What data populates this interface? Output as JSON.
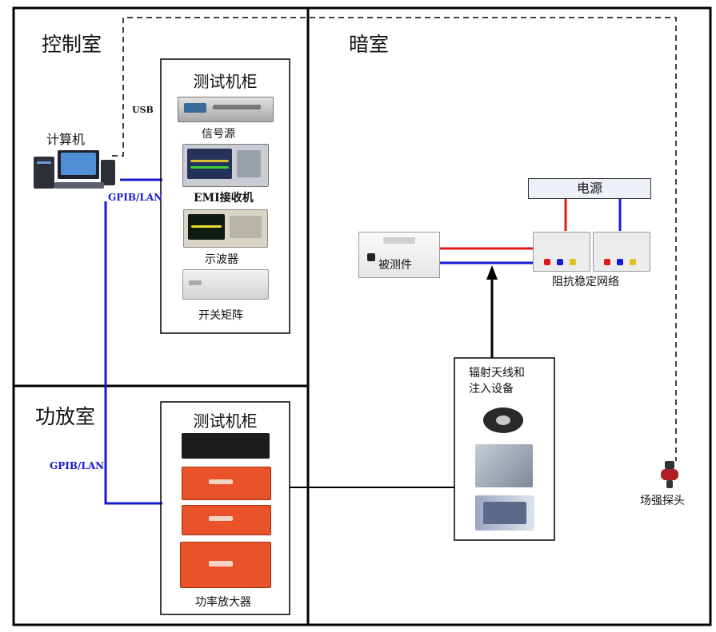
{
  "rooms": {
    "control": "控制室",
    "dark": "暗室",
    "amp": "功放室"
  },
  "control_cabinet": {
    "title": "测试机柜",
    "devices": [
      "信号源",
      "EMI接收机",
      "示波器",
      "开关矩阵"
    ]
  },
  "amp_cabinet": {
    "title": "测试机柜",
    "devices_label": "功率放大器"
  },
  "computer": {
    "label": "计算机"
  },
  "links": {
    "usb": "USB",
    "gpib_top": "GPIB/LAN",
    "gpib_left": "GPIB/LAN"
  },
  "dut": {
    "label": "被测件"
  },
  "power": {
    "label": "电源"
  },
  "lisn": {
    "label": "阻抗稳定网络"
  },
  "antenna": {
    "title_line1": "辐射天线和",
    "title_line2": "注入设备"
  },
  "probe": {
    "label": "场强探头"
  },
  "colors": {
    "blue": "#1a1ad6",
    "red": "#e01818",
    "orange": "#e8532a"
  }
}
